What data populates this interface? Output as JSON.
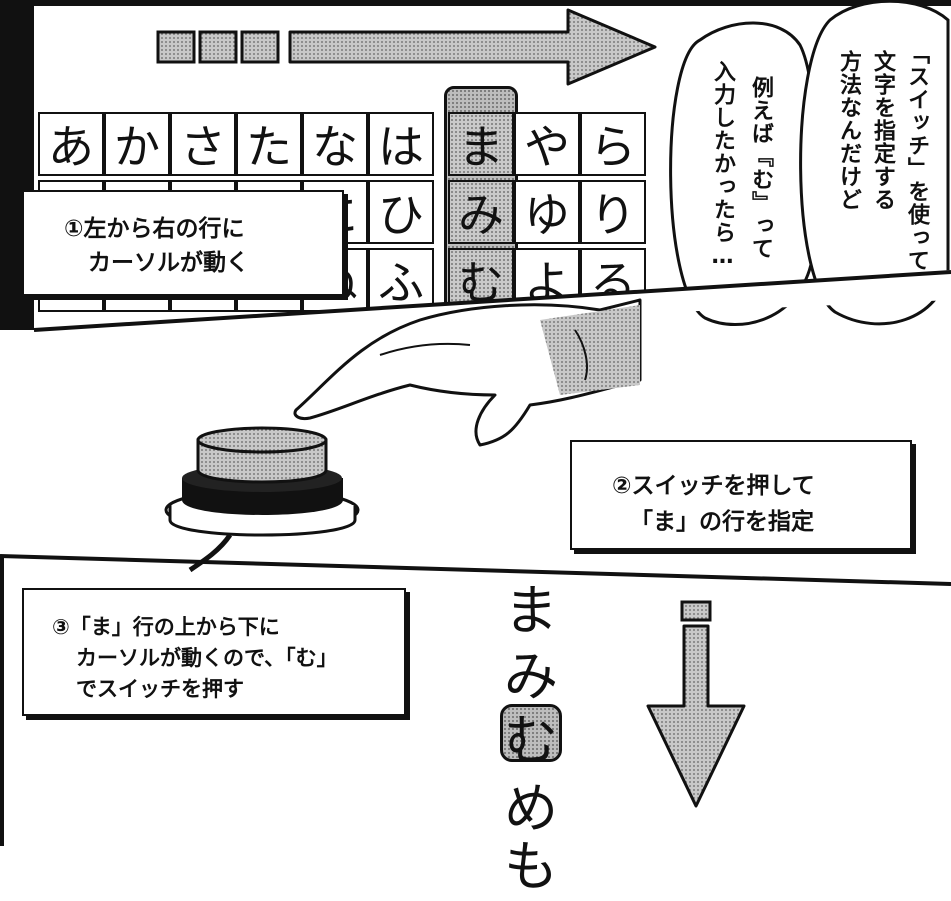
{
  "grid": {
    "row1": [
      "あ",
      "か",
      "さ",
      "た",
      "な",
      "は",
      "ま",
      "や",
      "ら"
    ],
    "row2": [
      "",
      "",
      "",
      "",
      "に",
      "ひ",
      "み",
      "ゆ",
      "り"
    ],
    "row3": [
      "",
      "",
      "",
      "",
      "ぬ",
      "ふ",
      "む",
      "よ",
      "る"
    ]
  },
  "captions": {
    "step1": [
      "①左から右の行に",
      "カーソルが動く"
    ],
    "step2": [
      "②スイッチを押して",
      "「ま」の行を指定"
    ],
    "step3": [
      "③「ま」行の上から下に",
      "カーソルが動くので、「む」",
      "でスイッチを押す"
    ]
  },
  "speech": {
    "right_columns": [
      "「スイッチ」を使って",
      "文字を指定する",
      "方法なんだけど"
    ],
    "left_columns": [
      "例えば『む』って",
      "入力したかったら…"
    ]
  },
  "ma_column": {
    "chars": [
      "ま",
      "み",
      "む",
      "め",
      "も"
    ],
    "selected": "む"
  }
}
